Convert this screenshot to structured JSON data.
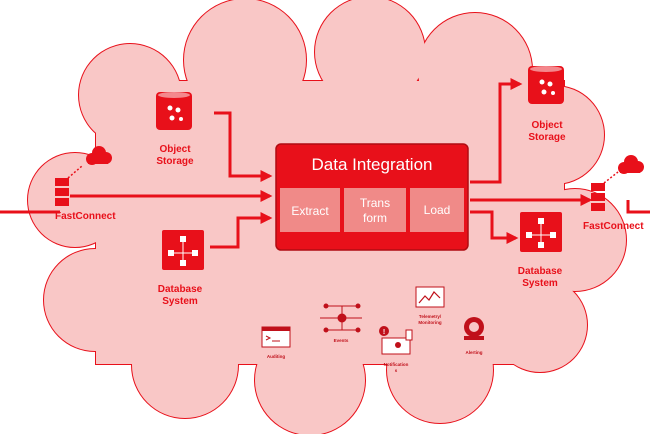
{
  "colors": {
    "accent": "#e8101a",
    "cloud_fill": "#f9c7c6",
    "cloud_stroke": "#e8101a",
    "step_fill": "#f08a88"
  },
  "integration": {
    "title": "Data Integration",
    "steps": {
      "extract": "Extract",
      "transform_line1": "Trans",
      "transform_line2": "form",
      "load": "Load"
    }
  },
  "sources": {
    "object_storage": {
      "line1": "Object",
      "line2": "Storage",
      "icon": "object-storage-icon"
    },
    "database_system": {
      "line1": "Database",
      "line2": "System",
      "icon": "database-system-icon"
    },
    "fastconnect": {
      "label": "FastConnect",
      "icon": "fastconnect-icon"
    }
  },
  "targets": {
    "object_storage": {
      "line1": "Object",
      "line2": "Storage",
      "icon": "object-storage-icon"
    },
    "database_system": {
      "line1": "Database",
      "line2": "System",
      "icon": "database-system-icon"
    },
    "fastconnect": {
      "label": "FastConnect",
      "icon": "fastconnect-icon"
    }
  },
  "services": {
    "auditing": "Auditing",
    "events": "Events",
    "notification_line1": "Notification",
    "notification_line2": "s",
    "telemetry_line1": "Telemetry/",
    "telemetry_line2": "Monitoring",
    "alerting": "Alerting"
  }
}
